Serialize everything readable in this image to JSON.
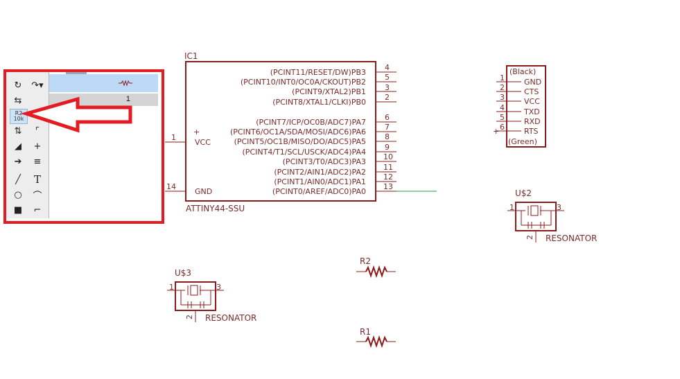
{
  "ic1": {
    "name": "IC1",
    "part": "ATTINY44-SSU",
    "pins_right": [
      {
        "label": "(PCINT11/RESET/DW)PB3",
        "num": "4"
      },
      {
        "label": "(PCINT10/INT0/OC0A/CKOUT)PB2",
        "num": "5"
      },
      {
        "label": "(PCINT9/XTAL2)PB1",
        "num": "3"
      },
      {
        "label": "(PCINT8/XTAL1/CLKI)PB0",
        "num": "2"
      },
      {
        "label": "(PCINT7/ICP/OC0B/ADC7)PA7",
        "num": "6"
      },
      {
        "label": "(PCINT6/OC1A/SDA/MOSI/ADC6)PA6",
        "num": "7"
      },
      {
        "label": "(PCINT5/OC1B/MISO/DO/ADC5)PA5",
        "num": "8"
      },
      {
        "label": "(PCINT4/T1/SCL/USCK/ADC4)PA4",
        "num": "9"
      },
      {
        "label": "(PCINT3/T0/ADC3)PA3",
        "num": "10"
      },
      {
        "label": "(PCINT2/AIN1/ADC2)PA2",
        "num": "11"
      },
      {
        "label": "(PCINT1/AIN0/ADC1)PA1",
        "num": "12"
      },
      {
        "label": "(PCINT0/AREF/ADC0)PA0",
        "num": "13"
      }
    ],
    "vcc": {
      "label": "VCC",
      "num": "1"
    },
    "gnd": {
      "label": "GND",
      "num": "14"
    }
  },
  "ftdi": {
    "top": "(Black)",
    "bottom": "(Green)",
    "pins": [
      {
        "num": "1",
        "label": "GND"
      },
      {
        "num": "2",
        "label": "CTS"
      },
      {
        "num": "3",
        "label": "VCC"
      },
      {
        "num": "4",
        "label": "TXD"
      },
      {
        "num": "5",
        "label": "RXD"
      },
      {
        "num": "6",
        "label": "RTS"
      }
    ]
  },
  "us2": {
    "name": "U$2",
    "value": "RESONATOR",
    "p1": "1",
    "p2": "2",
    "p3": "3"
  },
  "us3": {
    "name": "U$3",
    "value": "RESONATOR",
    "p1": "1",
    "p2": "2",
    "p3": "3"
  },
  "r2": {
    "name": "R2"
  },
  "r1": {
    "name": "R1"
  },
  "toolbar": {
    "resistor_icon_top": "R2",
    "resistor_icon_bottom": "10k",
    "text_tool": "T"
  },
  "part_list": {
    "row2_value": "1"
  },
  "colors": {
    "highlight": "#e31b23",
    "schematic": "#8b1a1a",
    "net": "#2e9a2e"
  }
}
